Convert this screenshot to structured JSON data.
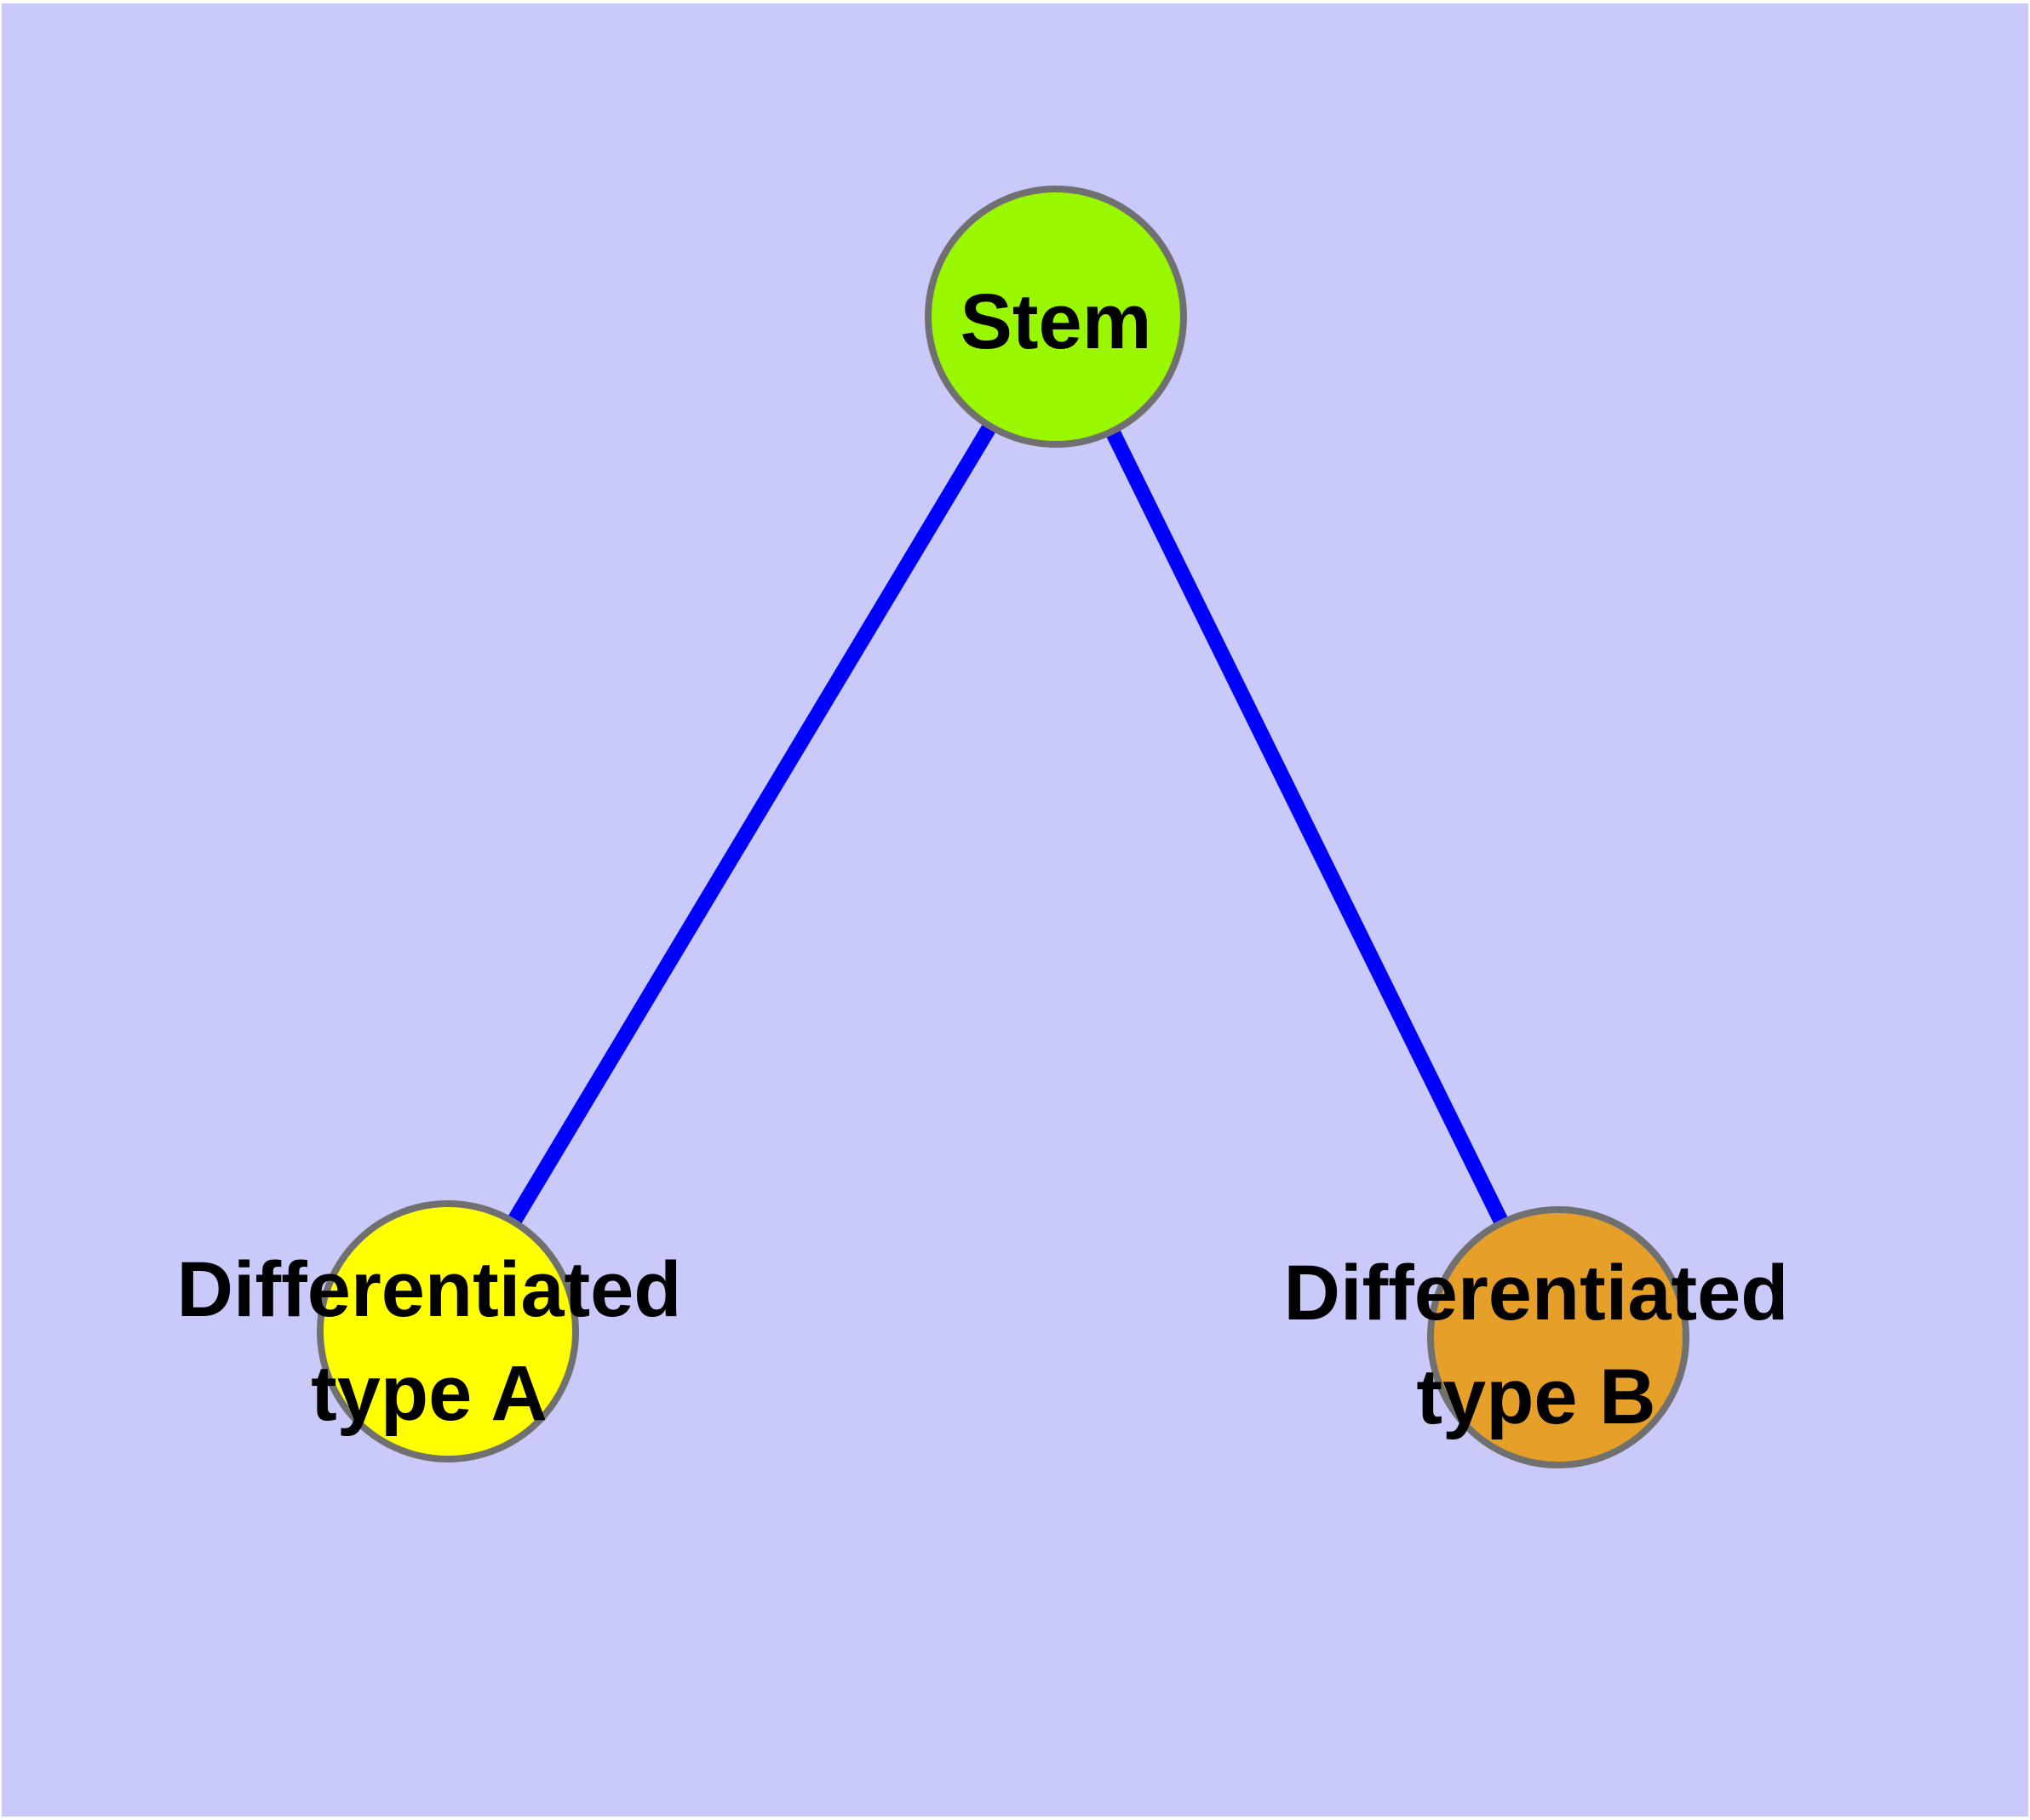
{
  "canvas": {
    "page_background": "#FFFFFF",
    "background_color": "#C9C9FA"
  },
  "diagram": {
    "edge_color": "#0000FF",
    "node_border_color": "#707070",
    "text_color": "#000000",
    "nodes": [
      {
        "id": "stem",
        "label_line1": "Stem",
        "fill": "#99F700"
      },
      {
        "id": "differentiated-type-a",
        "label_line1": "Differentiated",
        "label_line2": "type A",
        "fill": "#FFFF00"
      },
      {
        "id": "differentiated-type-b",
        "label_line1": "Differentiated",
        "label_line2": "type B",
        "fill": "#E6A02A"
      }
    ],
    "edges": [
      {
        "from": "Stem",
        "to": "Differentiated type A"
      },
      {
        "from": "Stem",
        "to": "Differentiated type B"
      }
    ]
  }
}
